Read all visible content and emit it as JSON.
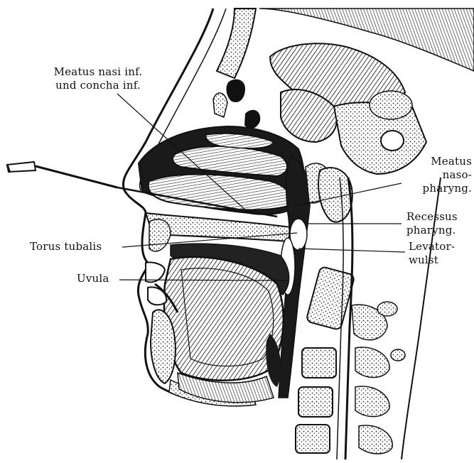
{
  "labels": {
    "meatus_nasi_inf": [
      "Meatus nasi inf.",
      "und concha inf."
    ],
    "meatus_nasopharyng": [
      "Meatus",
      "naso-",
      "pharyng."
    ],
    "recessus_pharyng": [
      "Recessus",
      "pharyng."
    ],
    "torus_tubalis": "Torus tubalis",
    "levatorwulst": [
      "Levator-",
      "wulst"
    ],
    "uvula": "Uvula"
  },
  "icons": {
    "sound_instrument": "nasal-probe-icon"
  },
  "colors": {
    "ink": "#111111",
    "paper": "#ffffff"
  }
}
